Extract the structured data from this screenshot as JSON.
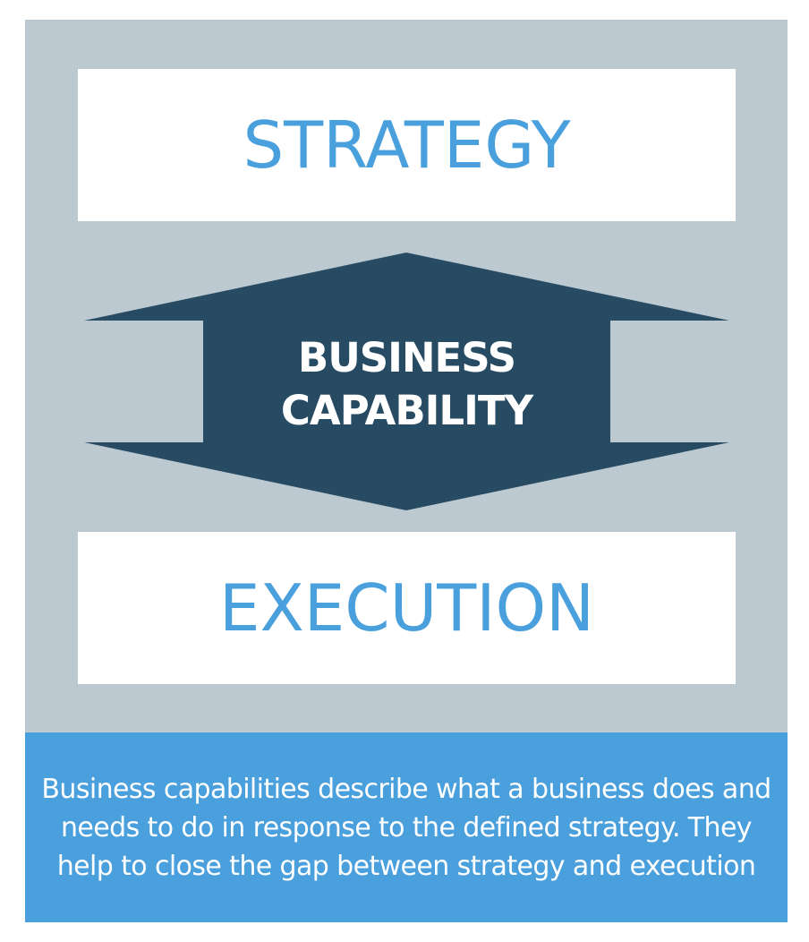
{
  "diagram": {
    "top_label": "STRATEGY",
    "center_label_line1": "BUSINESS",
    "center_label_line2": "CAPABILITY",
    "bottom_label": "EXECUTION",
    "description": "Business capabilities describe what a business does and needs to do in response to the defined strategy. They help to close the gap between strategy and execution",
    "colors": {
      "panel_background": "#bdc9d1",
      "label_text": "#4aa0dd",
      "arrow_fill": "#264b63",
      "description_background": "#4a9fdd",
      "box_background": "#ffffff"
    }
  }
}
